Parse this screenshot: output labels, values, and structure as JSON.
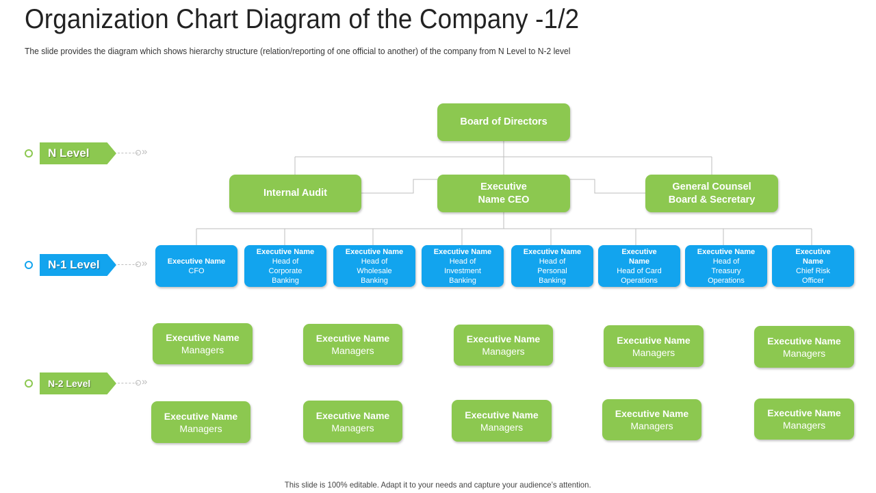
{
  "title": "Organization Chart Diagram of the Company -1/2",
  "subtitle": "The slide provides the diagram which shows hierarchy structure (relation/reporting of one official to another) of the company from N Level to N-2 level",
  "footer": "This slide is 100% editable. Adapt it to your needs and capture your audience’s attention.",
  "colors": {
    "green": "#8cc850",
    "blue": "#12a4ee",
    "connector": "#bdbdbd"
  },
  "levels": [
    {
      "label": "N Level",
      "color": "green"
    },
    {
      "label": "N-1 Level",
      "color": "blue"
    },
    {
      "label": "N-2 Level",
      "color": "green"
    }
  ],
  "top": {
    "board": "Board of Directors",
    "audit": "Internal Audit",
    "ceo": "Executive\nName CEO",
    "counsel": "General Counsel\nBoard & Secretary"
  },
  "n1": [
    {
      "title": "Executive Name",
      "role": "CFO"
    },
    {
      "title": "Executive Name",
      "role": "Head of\nCorporate\nBanking"
    },
    {
      "title": "Executive Name",
      "role": "Head of\nWholesale\nBanking"
    },
    {
      "title": "Executive Name",
      "role": "Head of\nInvestment\nBanking"
    },
    {
      "title": "Executive Name",
      "role": "Head of\nPersonal\nBanking"
    },
    {
      "title": "Executive\nName",
      "role": "Head of Card\nOperations"
    },
    {
      "title": "Executive Name",
      "role": "Head of\nTreasury\nOperations"
    },
    {
      "title": "Executive\nName",
      "role": "Chief Risk\nOfficer"
    }
  ],
  "n2": [
    {
      "name": "Executive Name",
      "role": "Managers"
    },
    {
      "name": "Executive Name",
      "role": "Managers"
    },
    {
      "name": "Executive Name",
      "role": "Managers"
    },
    {
      "name": "Executive Name",
      "role": "Managers"
    },
    {
      "name": "Executive Name",
      "role": "Managers"
    },
    {
      "name": "Executive Name",
      "role": "Managers"
    },
    {
      "name": "Executive Name",
      "role": "Managers"
    },
    {
      "name": "Executive Name",
      "role": "Managers"
    },
    {
      "name": "Executive Name",
      "role": "Managers"
    },
    {
      "name": "Executive Name",
      "role": "Managers"
    }
  ]
}
